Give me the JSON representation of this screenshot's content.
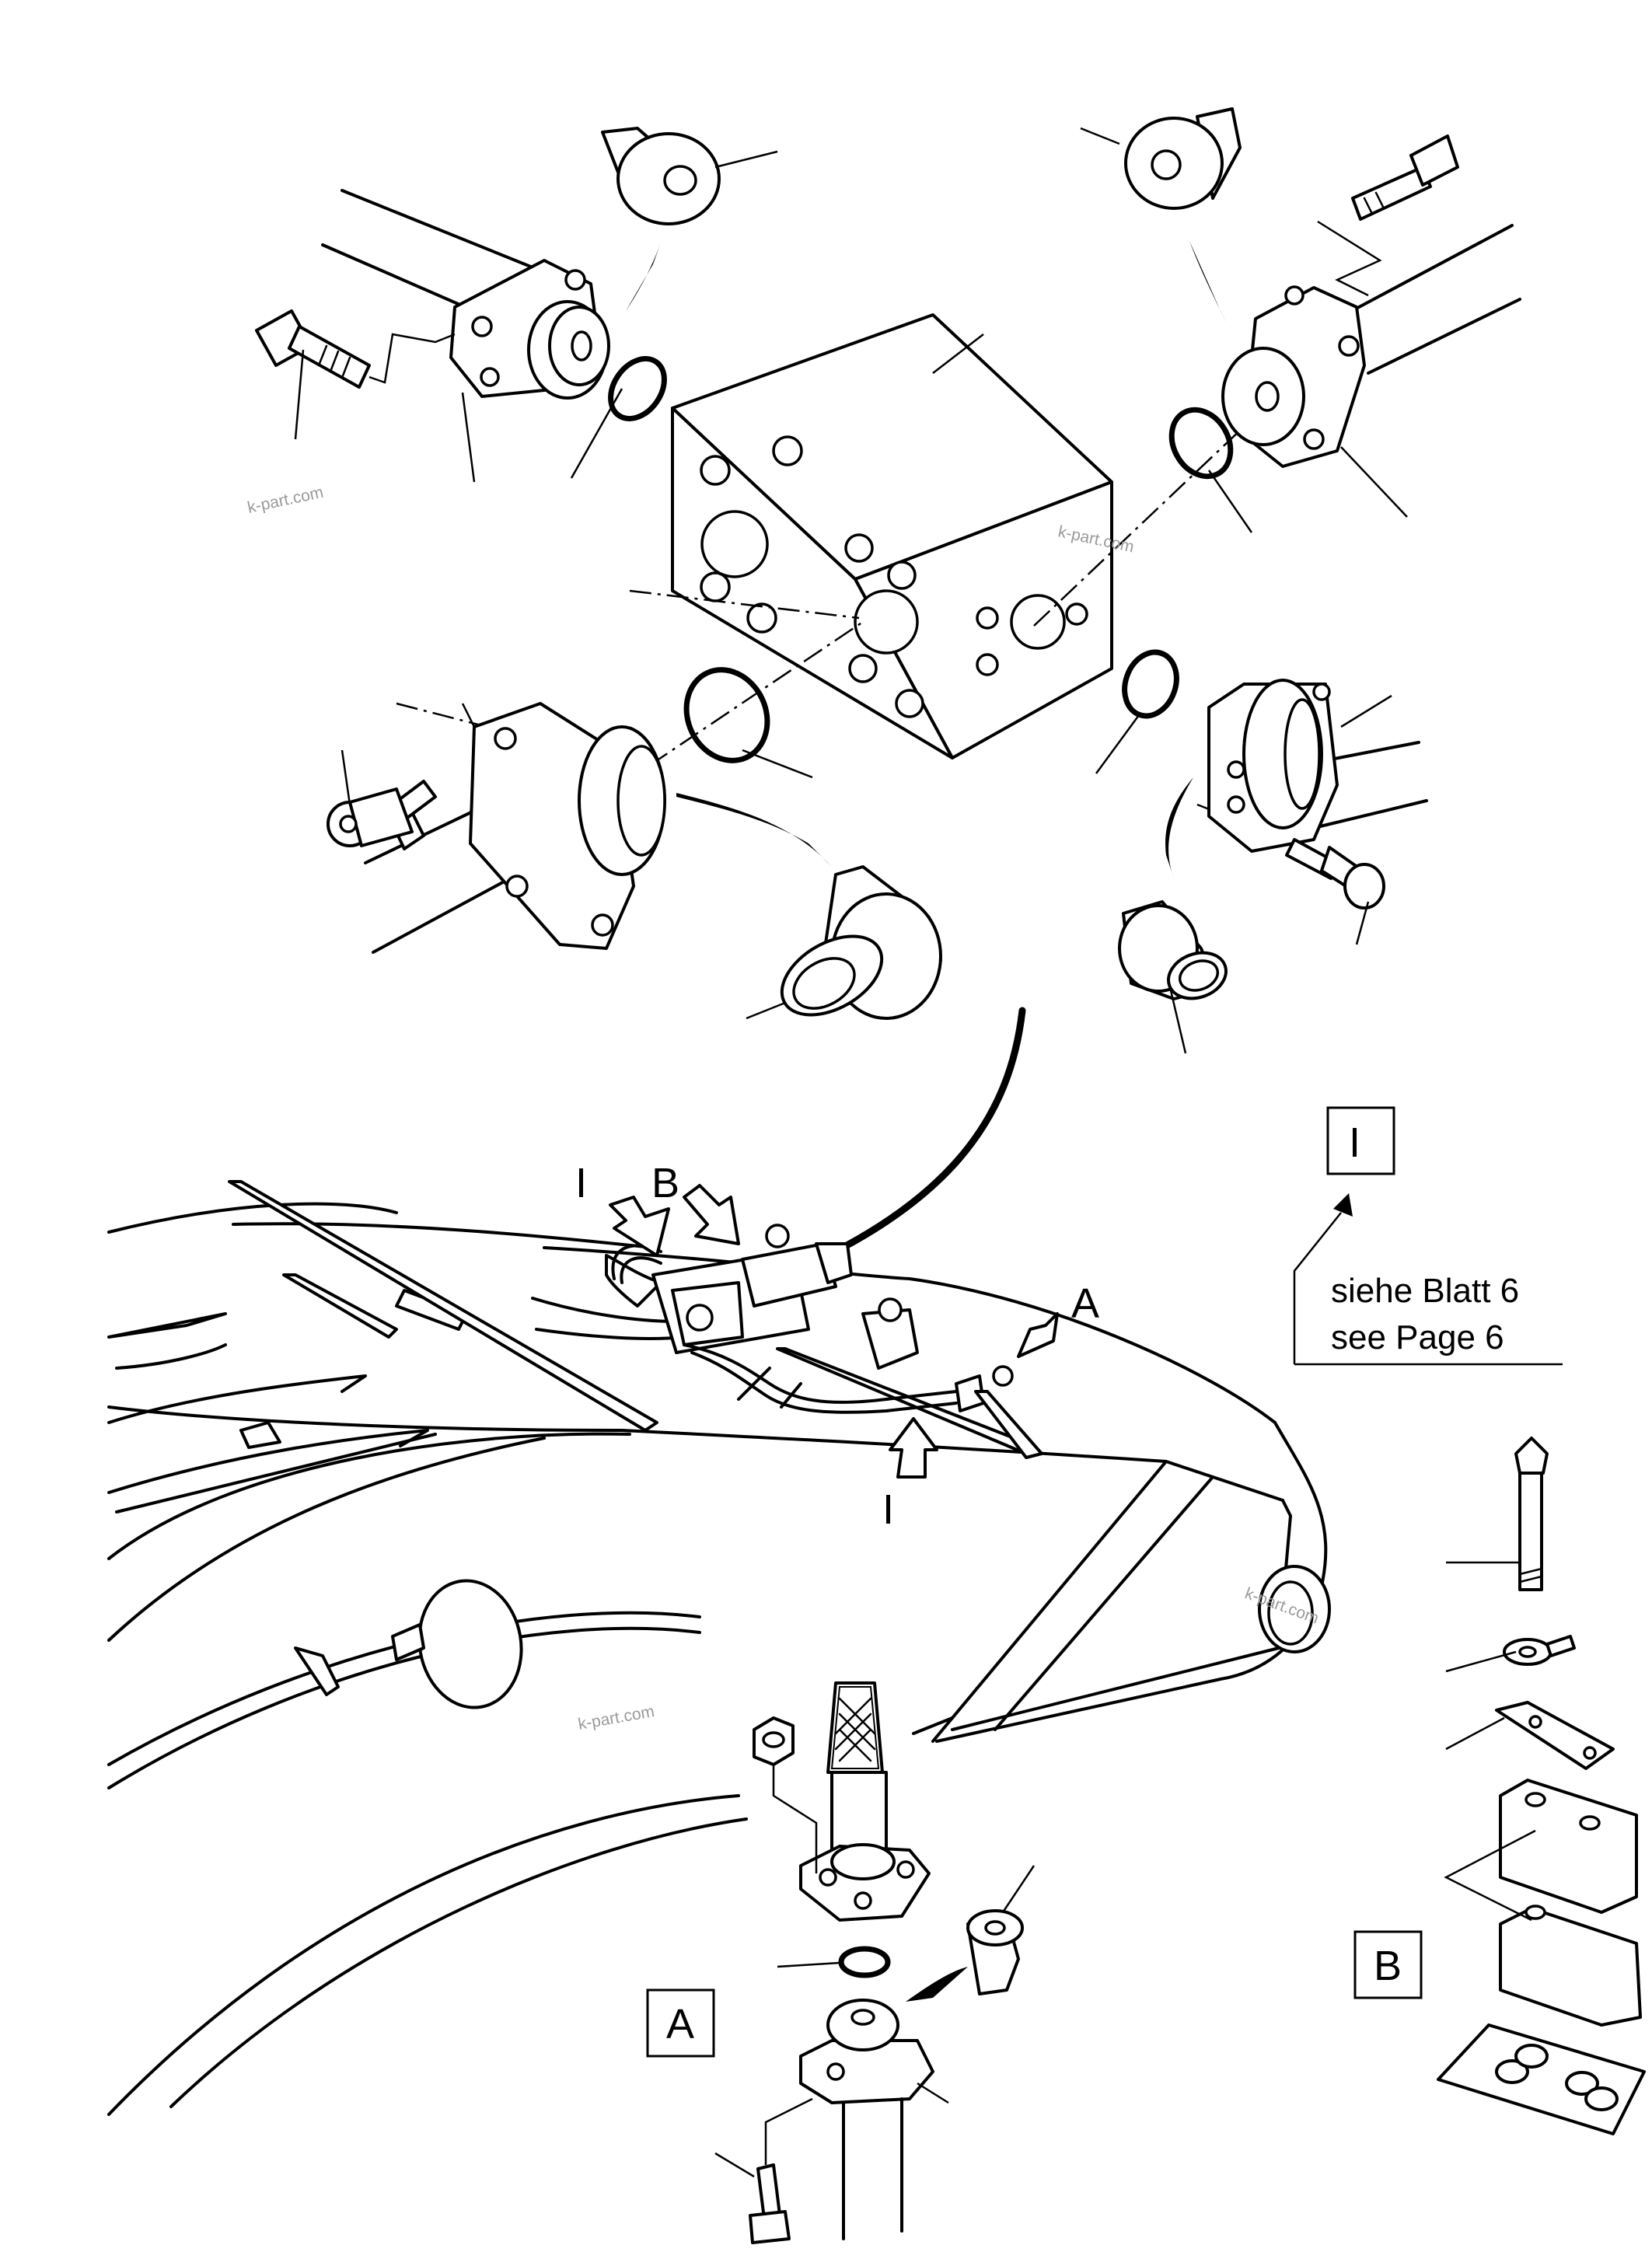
{
  "labels": {
    "detail_i_box": "I",
    "detail_a_box": "A",
    "detail_b_box": "B",
    "callout_i_top": "I",
    "callout_b": "B",
    "callout_a": "A",
    "callout_i_bottom": "I"
  },
  "reference_note": {
    "line_de": "siehe Blatt  6",
    "line_en": "see    Page 6"
  },
  "watermarks": [
    "k-part.com",
    "k-part.com",
    "k-part.com",
    "k-part.com"
  ]
}
